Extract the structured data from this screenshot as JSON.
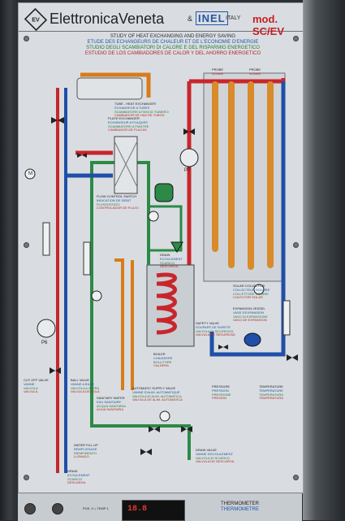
{
  "header": {
    "logo_text": "EV",
    "brand": "ElettronicaVeneta",
    "ampersand": "&",
    "partner": "INEL",
    "country": "ITALY",
    "model": "mod. SC/EV"
  },
  "titles": {
    "en": "STUDY OF HEAT EXCHANGING AND ENERGY SAVING",
    "fr": "ETUDE DES ECHANGEURS DE CHALEUR ET DE L'ECONOMIE D'ENERGIE",
    "it": "STUDIO DEGLI SCAMBIATORI DI CALORE E DEL RISPARMIO ENERGETICO",
    "es": "ESTUDIO DE LOS CAMBIADORES DE CALOR Y DEL AHORRO ENERGETICO"
  },
  "labels": {
    "tube_exchanger": {
      "en": "TUBE - HEAT EXCHANGER",
      "fr": "ECHANGEUR A TUBES",
      "it": "SCAMBIATORE A FASCIO TUBIERO",
      "es": "CAMBIADOR DE HAZ DE TUBOS"
    },
    "plate_exchanger": {
      "en": "PLATE EXCHANGER",
      "fr": "ECHANGEUR A PLAQUES",
      "it": "SCAMBIATORE A PIASTRE",
      "es": "CAMBIADOR DE PLACAS"
    },
    "flow_switch": {
      "en": "FLOW CONTROL SWITCH",
      "fr": "INDICATION DE DEBIT",
      "it": "FLUSSOSTATO",
      "es": "CONTROLADOR DE FLUJO"
    },
    "drain": {
      "en": "DRAIN",
      "fr": "ECOULEMENT",
      "it": "SCARICO",
      "es": "DESCARGA"
    },
    "boiler": {
      "en": "BOILER",
      "fr": "CHAUDIERE",
      "it": "BOLLITORE",
      "es": "CALDERA"
    },
    "solar_collector": {
      "en": "SOLAR COLLECTOR",
      "fr": "COLLECTEUR SOLAIRE",
      "it": "COLLETTORE SOLARE",
      "es": "COLECTOR SOLAR"
    },
    "expansion_vessel": {
      "en": "EXPANSION VESSEL",
      "fr": "VASE D'EXPANSION",
      "it": "VASO DI ESPANSIONE",
      "es": "VASO DE EXPANSION"
    },
    "safety_valve": {
      "en": "SAFETY VALVE",
      "fr": "SOUPAPE DE SURETE",
      "it": "VALVOLA DI SICUREZZA",
      "es": "VALVULA DE SEGURIDAD"
    },
    "pressure": {
      "en": "PRESSURE",
      "fr": "PRESSION",
      "it": "PRESSIONE",
      "es": "PRESION"
    },
    "temperature": {
      "en": "TEMPERATURE",
      "fr": "TEMPERATURE",
      "it": "TEMPERATURA",
      "es": "TEMPERATURA"
    },
    "auto_supply": {
      "en": "AUTOMATIC SUPPLY VALVE",
      "fr": "VANNE D'ALIM. AUTOMATIQUE",
      "it": "VALVOLA DI ALIM. AUTOMATICA",
      "es": "VALVULA DE ALIM. AUTOMATICA"
    },
    "sanitary_water": {
      "en": "SANITARY WATER",
      "fr": "EAU SANITAIRE",
      "it": "ACQUA SANITARIA",
      "es": "AGUA SANITARIA"
    },
    "water_fill_up": {
      "en": "WATER FILL UP",
      "fr": "REMPLISSAGE",
      "it": "RIEMPIMENTO",
      "es": "LLENADO"
    },
    "drain_valve": {
      "en": "DRAIN VALVE",
      "fr": "VANNE D'ECOULEMENT",
      "it": "VALVOLA DI SCARICO",
      "es": "VALVULA DE DESCARGA"
    },
    "drain_bottom": {
      "en": "DRAIN",
      "fr": "ECOULEMENT",
      "it": "SCARICO",
      "es": "DESCARGA"
    },
    "cut_valve": {
      "en": "CUT OFF VALVE",
      "fr": "VANNE",
      "it": "VALVOLA",
      "es": "VALVULA"
    },
    "ball_valve": {
      "en": "BALL VALVE",
      "fr": "VANNE A BILLE",
      "it": "VALVOLA A SFERA",
      "es": "VALVULA DE BOLA"
    },
    "probe_top": "PROBE",
    "sonde_top": "SONDE",
    "probe_top2": "PROBE",
    "sonde_top2": "SONDE"
  },
  "components": {
    "pump_p6": "P6",
    "pump_p7": "P7",
    "motor": "M"
  },
  "bottom": {
    "selector_label": "POS. 0 = TEMP 1",
    "display_value": "18.8",
    "thermometer_en": "THERMOMETER",
    "thermometer_fr": "THERMOMETRE"
  },
  "colors": {
    "hot": "#c8262b",
    "cold": "#1f4fa8",
    "green": "#2c8a46",
    "orange": "#d97b1a",
    "collector_tube": "#d98a2a"
  }
}
